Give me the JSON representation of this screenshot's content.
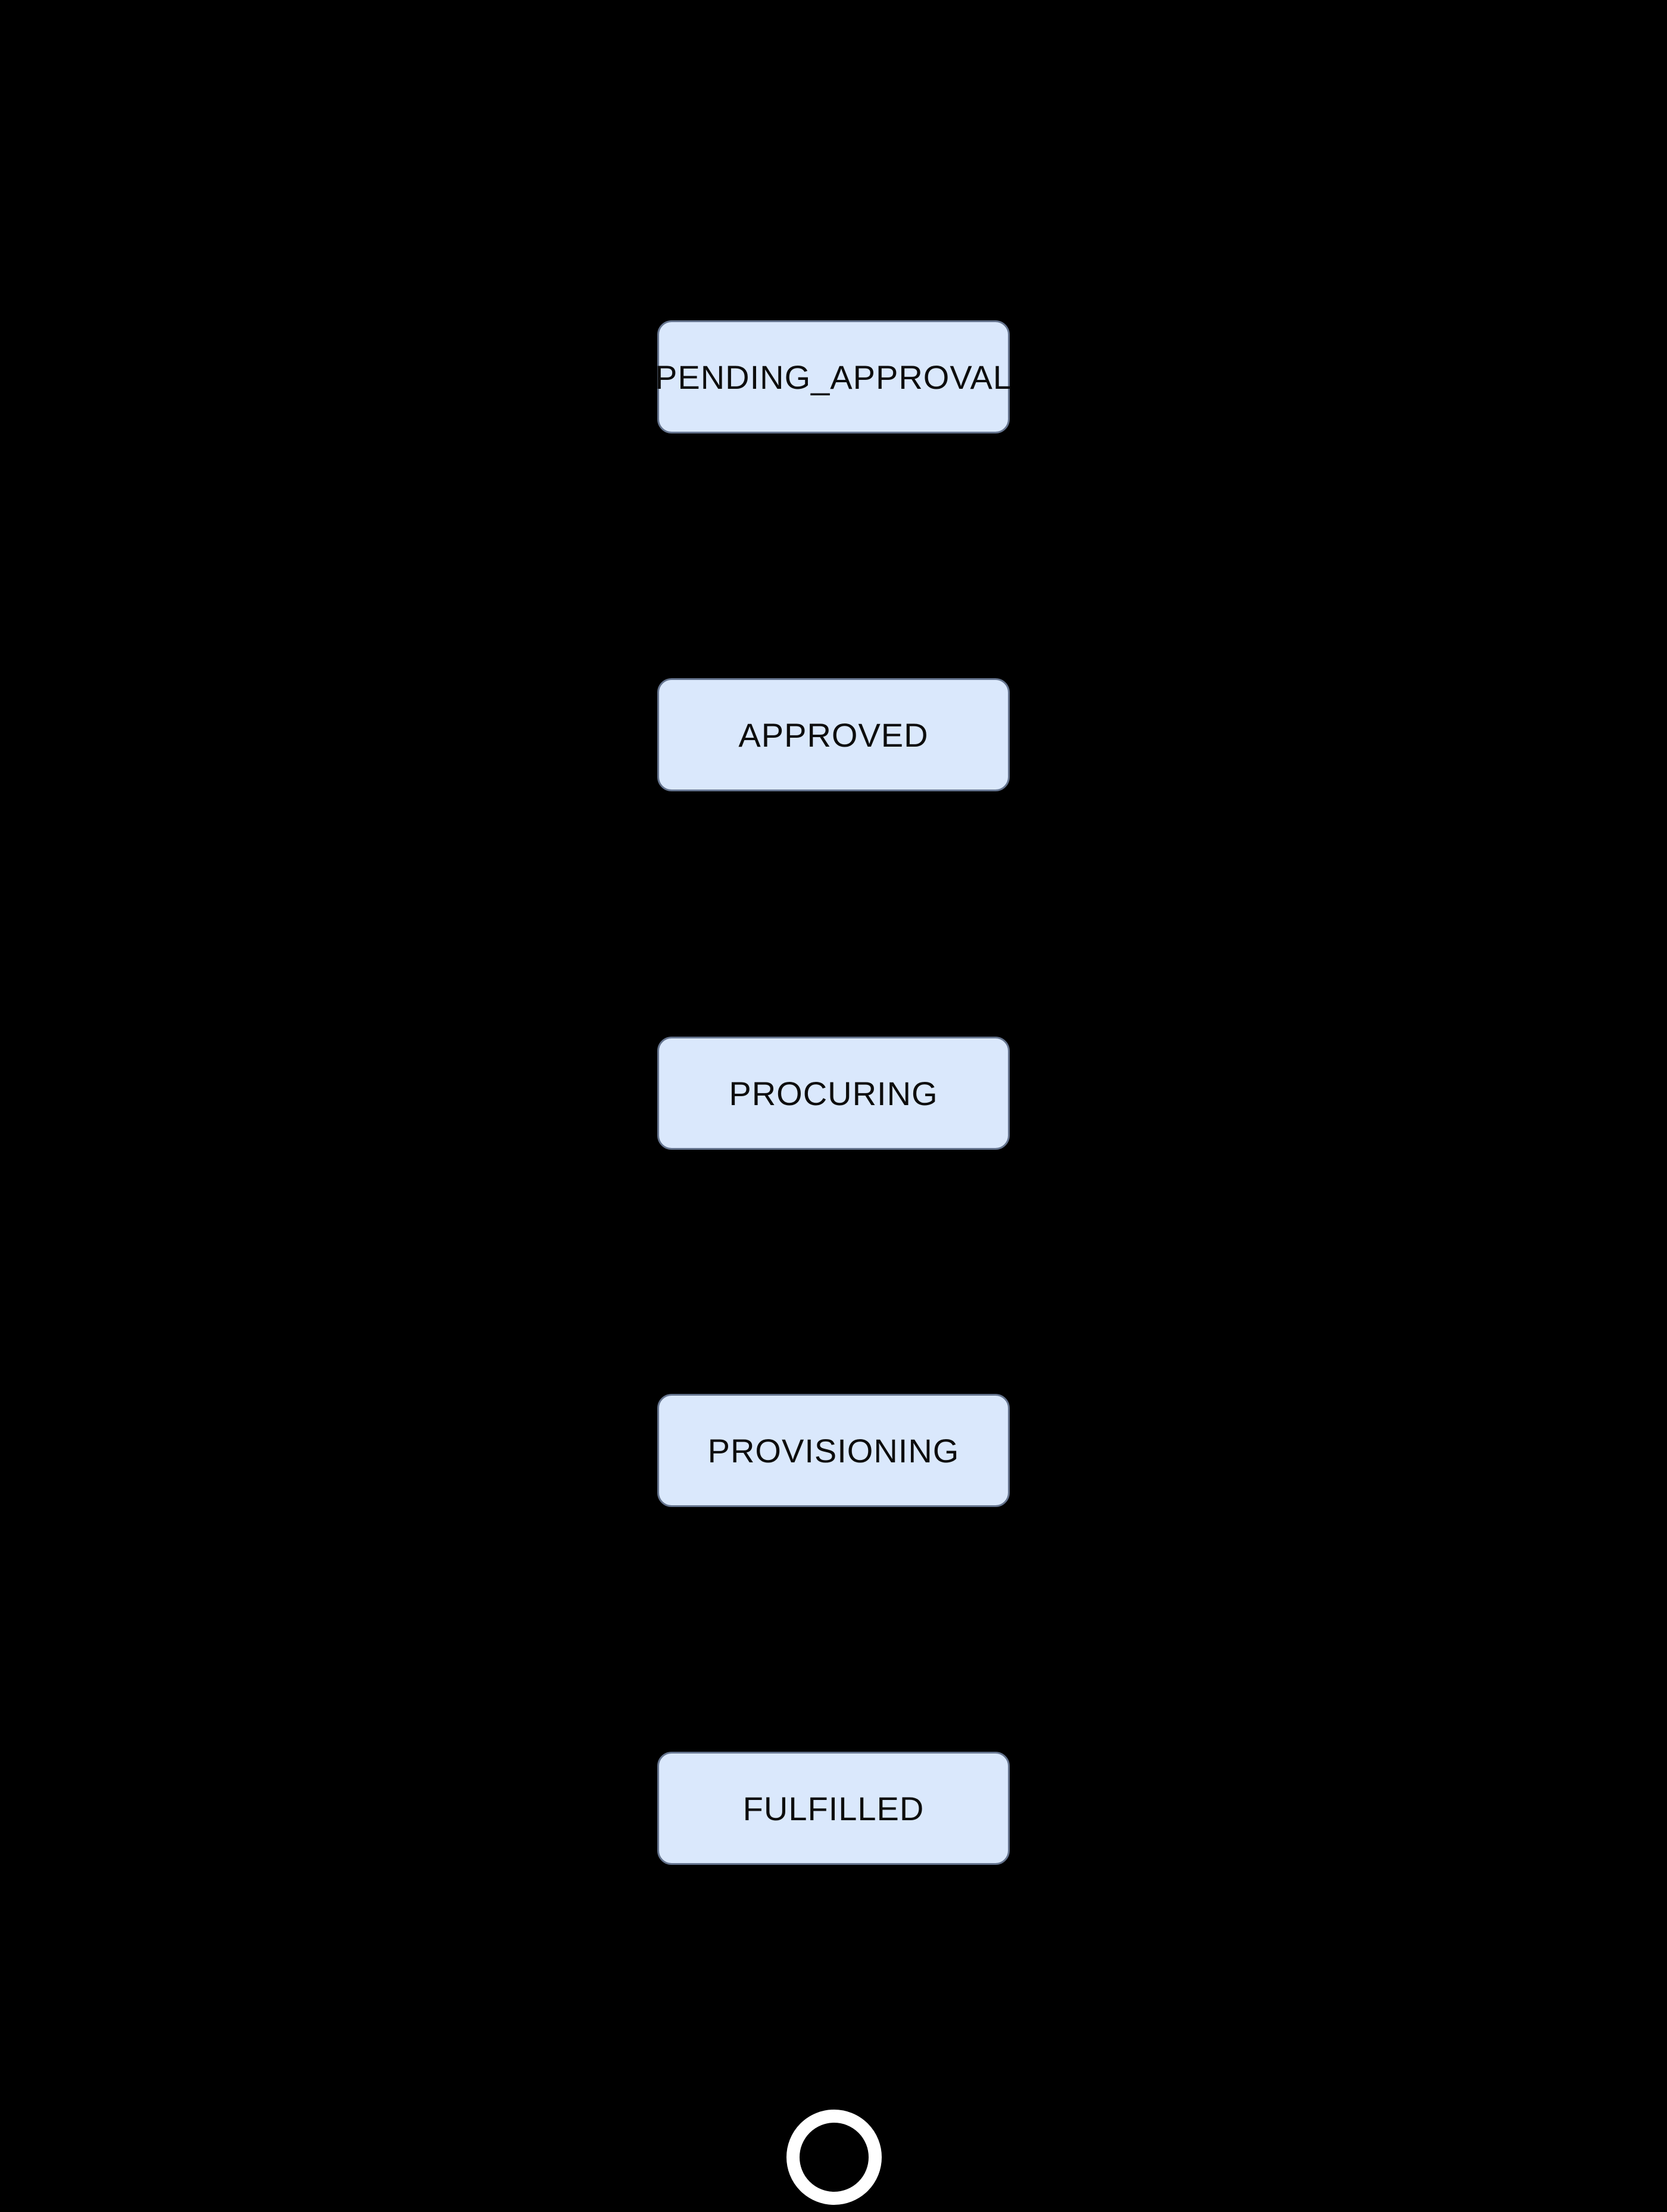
{
  "diagram": {
    "type": "state-flow",
    "orientation": "vertical",
    "states": [
      {
        "id": "pending-approval",
        "label": "PENDING_APPROVAL"
      },
      {
        "id": "approved",
        "label": "APPROVED"
      },
      {
        "id": "procuring",
        "label": "PROCURING"
      },
      {
        "id": "provisioning",
        "label": "PROVISIONING"
      },
      {
        "id": "fulfilled",
        "label": "FULFILLED"
      }
    ],
    "end_marker": "final-state-ring",
    "colors": {
      "background": "#000000",
      "node_fill": "#dae8fc",
      "node_border": "#66758f",
      "node_text": "#0d0d0d",
      "end_ring": "#ffffff"
    }
  }
}
